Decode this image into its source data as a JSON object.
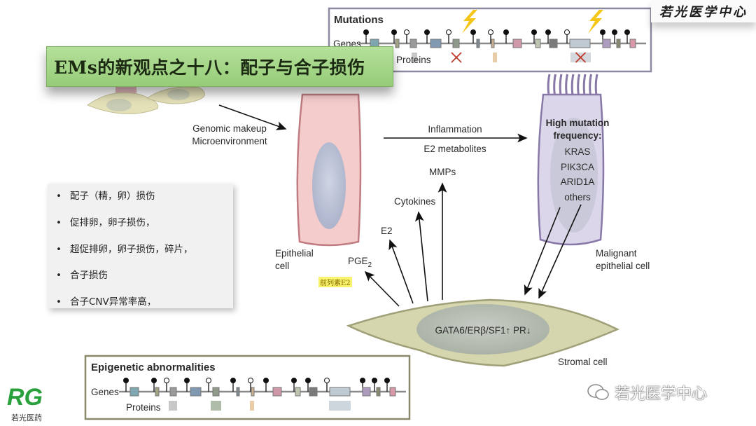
{
  "title": "EMs的新观点之十八：配子与合子损伤",
  "brand_top": "若光医学中心",
  "brand_logo": {
    "mark": "RG",
    "name": "若光医药"
  },
  "watermark": "若光医学中心",
  "mutations_panel": {
    "title": "Mutations",
    "genes_label": "Genes",
    "proteins_label": "Proteins"
  },
  "epigenetic_panel": {
    "title": "Epigenetic abnormalities",
    "genes_label": "Genes",
    "proteins_label": "Proteins"
  },
  "diagram": {
    "input_label_1": "Genomic makeup",
    "input_label_2": "Microenvironment",
    "inflammation": "Inflammation",
    "e2_metabolites": "E2 metabolites",
    "epithelial_1": "Epithelial",
    "epithelial_2": "cell",
    "malignant_1": "Malignant",
    "malignant_2": "epithelial cell",
    "high_mutation_1": "High mutation",
    "high_mutation_2": "frequency:",
    "genes": [
      "KRAS",
      "PIK3CA",
      "ARID1A",
      "others"
    ],
    "pge": "PGE",
    "pge_sub": "2",
    "pge_note": "前列素E2",
    "e2": "E2",
    "cytokines": "Cytokines",
    "mmps": "MMPs",
    "stromal_markers": "GATA6/ERβ/SF1↑   PR↓",
    "stromal_cell": "Stromal cell"
  },
  "bullets": [
    "配子（精，卵）损伤",
    "促排卵，卵子损伤，",
    "超促排卵，卵子损伤，碎片，",
    "合子损伤",
    "合子CNV异常率高，"
  ],
  "colors": {
    "banner": "#a8d88a",
    "epithelial": "#f5cccc",
    "malignant": "#dcd6ea",
    "stromal": "#d6d6ae",
    "lightning": "#f5c518",
    "x_mark": "#c0392b"
  }
}
